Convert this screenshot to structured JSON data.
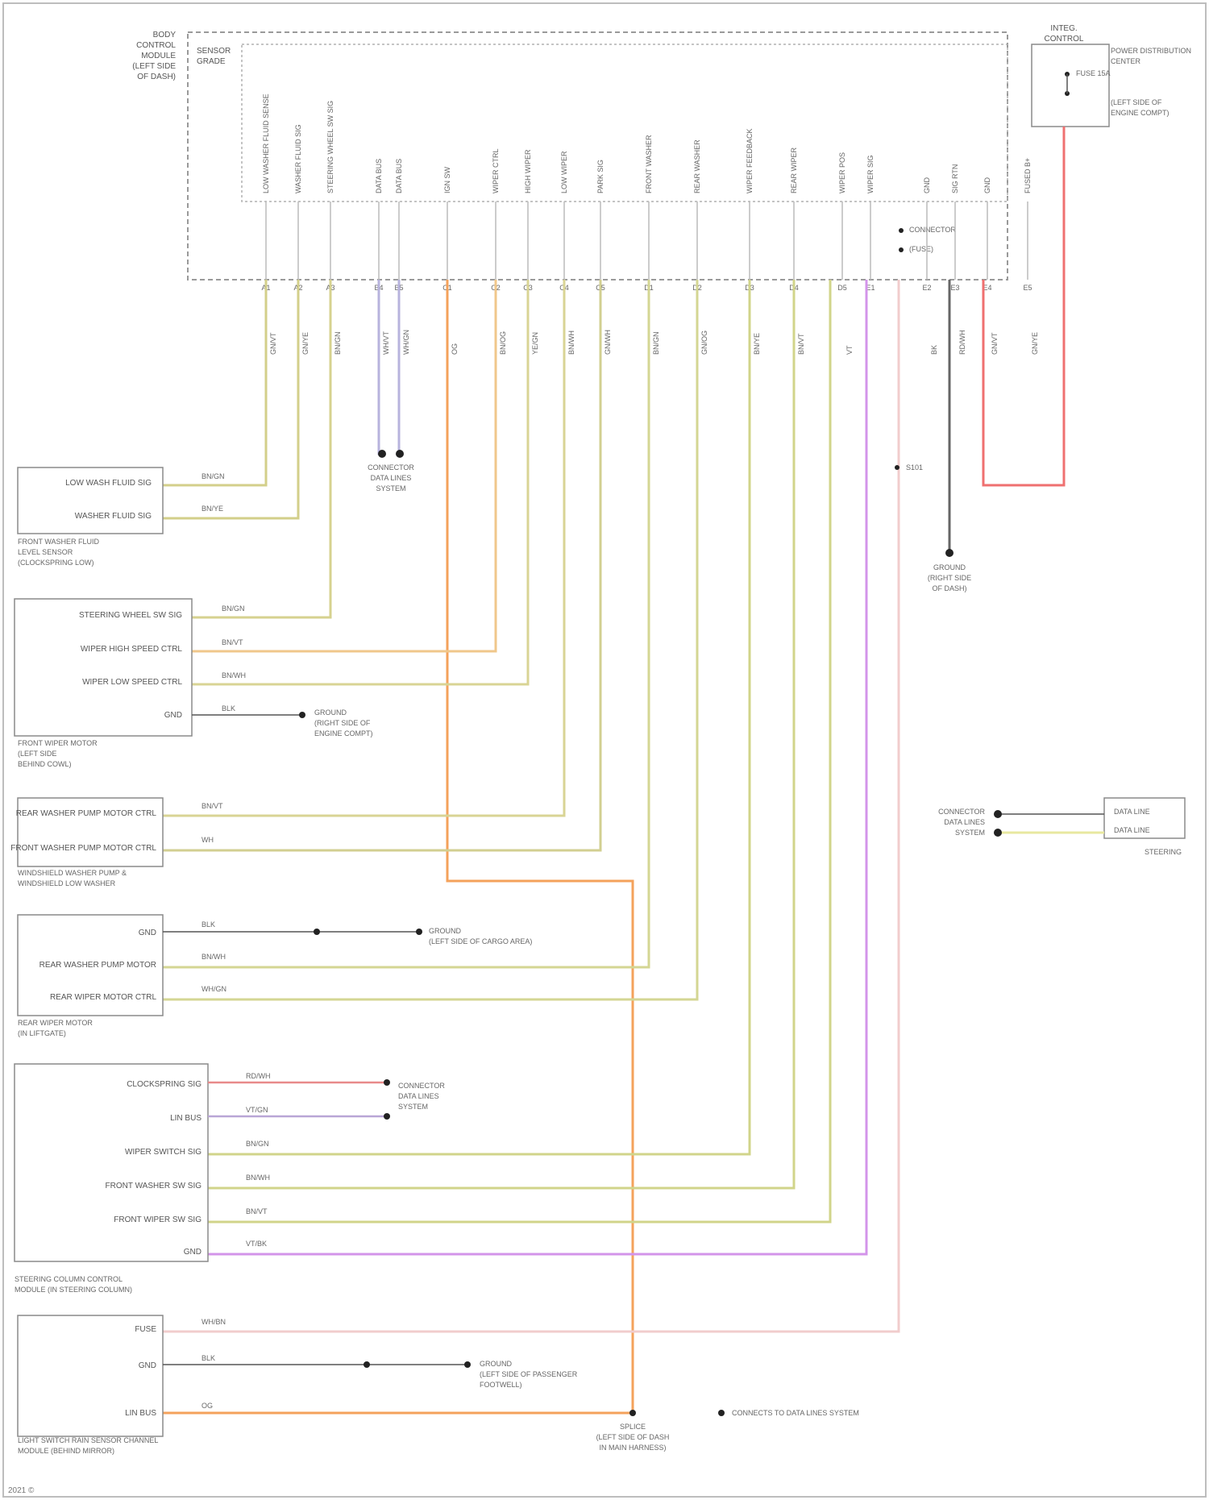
{
  "module": {
    "title": [
      "BODY",
      "CONTROL",
      "MODULE",
      "(LEFT SIDE",
      "OF DASH)"
    ],
    "sub": [
      "SENSOR",
      "GRADE"
    ]
  },
  "fuse": {
    "title": [
      "INTEG.",
      "ELECTRONIC",
      "CONTROL"
    ],
    "notes": [
      "POWER DISTRIBUTION",
      "CENTER",
      "(LEFT SIDE OF",
      "ENGINE COMPT)"
    ],
    "pin": "FUSE 15A"
  },
  "pin_labels": [
    "LOW WASHER FLUID SENSE",
    "WASHER FLUID SIG",
    "STEERING WHEEL SW SIG",
    "DATA BUS",
    "DATA BUS",
    "IGN SW",
    "WIPER CTRL",
    "HIGH WIPER",
    "LOW WIPER",
    "PARK SIG",
    "FRONT WASHER",
    "REAR WASHER",
    "WIPER FEEDBACK",
    "REAR WIPER",
    "WIPER POS",
    "WIPER SIG",
    "GND",
    "SIG RTN",
    "GND",
    "FUSED B+"
  ],
  "wire_codes": [
    "GN/VT",
    "GN/YE",
    "BN/GN",
    "WH/VT",
    "WH/GN",
    "OG",
    "BN/OG",
    "YE/GN",
    "BN/WH",
    "GN/WH",
    "BN/GN",
    "GN/OG",
    "BN/YE",
    "BN/VT",
    "VT",
    "WH/BN",
    "BK",
    "RD/WH"
  ],
  "pin_numbers": [
    "A1",
    "A2",
    "A3",
    "B4",
    "B5",
    "C1",
    "C2",
    "C3",
    "C4",
    "C5",
    "D1",
    "D2",
    "D3",
    "D4",
    "D5",
    "E1",
    "E2",
    "E3",
    "E4",
    "E5"
  ],
  "components": {
    "c1": {
      "labels": [
        "LOW WASH FLUID SIG",
        "WASHER FLUID SIG"
      ],
      "title": [
        "FRONT WASHER FLUID",
        "LEVEL SENSOR",
        "(CLOCKSPRING LOW)"
      ],
      "wires": [
        "BN/GN",
        "BN/YE"
      ]
    },
    "c2": {
      "labels": [
        "STEERING WHEEL SW SIG",
        "WIPER HIGH SPEED CTRL",
        "WIPER LOW SPEED CTRL",
        "GND"
      ],
      "title": [
        "FRONT WIPER MOTOR",
        "(LEFT SIDE",
        "BEHIND COWL)"
      ],
      "wires": [
        "BN/GN",
        "BN/VT",
        "BN/WH",
        "BLK"
      ],
      "ground": [
        "GROUND",
        "(RIGHT SIDE OF",
        "ENGINE COMPT)"
      ]
    },
    "c3": {
      "labels": [
        "REAR WASHER PUMP MOTOR CTRL",
        "FRONT WASHER PUMP MOTOR CTRL"
      ],
      "title": [
        "WINDSHIELD WASHER PUMP &",
        "WINDSHIELD LOW WASHER"
      ],
      "wires": [
        "BN/VT",
        "WH"
      ]
    },
    "c4": {
      "labels": [
        "GND",
        "REAR WASHER PUMP MOTOR",
        "REAR WIPER MOTOR CTRL"
      ],
      "title": [
        "REAR WIPER MOTOR",
        "(IN LIFTGATE)"
      ],
      "wires": [
        "BLK",
        "BN/WH",
        "WH/GN"
      ],
      "ground": [
        "GROUND",
        "(LEFT SIDE OF CARGO AREA)"
      ]
    },
    "c5": {
      "labels": [
        "CLOCKSPRING SIG",
        "LIN BUS",
        "WIPER SWITCH SIG",
        "FRONT WASHER SW SIG",
        "FRONT WIPER SW SIG",
        "GND"
      ],
      "title": [
        "STEERING COLUMN CONTROL",
        "MODULE (IN STEERING COLUMN)"
      ],
      "wires": [
        "RD/WH",
        "VT/GN",
        "BN/GN",
        "BN/WH",
        "BN/VT",
        "VT/BK"
      ],
      "splice": [
        "CONNECTOR",
        "DATA LINES",
        "SYSTEM"
      ]
    },
    "c6": {
      "labels": [
        "FUSE",
        "GND",
        "LIN BUS"
      ],
      "title": [
        "LIGHT SWITCH RAIN SENSOR CHANNEL",
        "MODULE (BEHIND MIRROR)"
      ],
      "wires": [
        "WH/BN",
        "BLK",
        "OG"
      ],
      "ground": [
        "GROUND",
        "(LEFT SIDE OF PASSENGER",
        "FOOTWELL)"
      ]
    },
    "c7": {
      "labels": [
        "DATA LINE",
        "DATA LINE"
      ],
      "title": "STEERING",
      "side": [
        "CONNECTOR",
        "DATA LINES",
        "SYSTEM"
      ]
    },
    "module_splice": [
      "CONNECTOR",
      "DATA LINES",
      "SYSTEM"
    ],
    "ground_top": [
      "GROUND",
      "(RIGHT SIDE",
      "OF DASH)"
    ],
    "splice_lin": [
      "SPLICE",
      "(LEFT SIDE OF DASH",
      "IN MAIN HARNESS)"
    ],
    "lin_dest": "CONNECTS TO DATA LINES SYSTEM",
    "note_splice": [
      "SPLICE",
      "(FUSE)"
    ],
    "note_c": "S101",
    "footer": "2021 © "
  }
}
